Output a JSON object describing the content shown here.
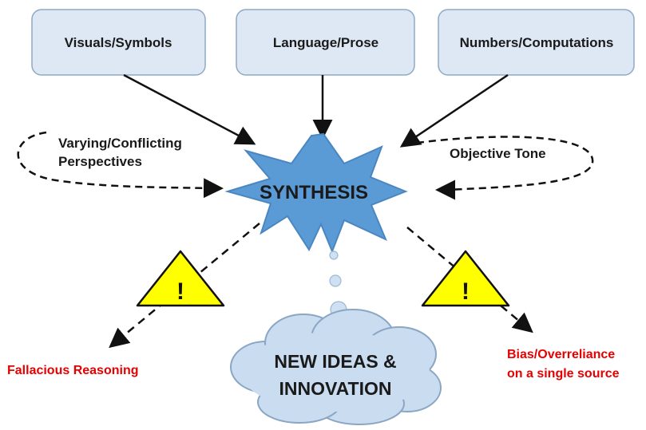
{
  "inputs": [
    {
      "label": "Visuals/Symbols"
    },
    {
      "label": "Language/Prose"
    },
    {
      "label": "Numbers/Computations"
    }
  ],
  "left_loop": {
    "line1": "Varying/Conflicting",
    "line2": "Perspectives"
  },
  "right_loop": {
    "label": "Objective Tone"
  },
  "center": {
    "label": "SYNTHESIS"
  },
  "outcome": {
    "line1": "NEW IDEAS &",
    "line2": "INNOVATION"
  },
  "risks": {
    "left": {
      "line1": "Fallacious Reasoning"
    },
    "right": {
      "line1": "Bias/Overreliance",
      "line2": "on a single source"
    },
    "warning_symbol": "!"
  },
  "colors": {
    "box_fill": "#dde8f4",
    "box_stroke": "#8fa9c6",
    "starburst_fill": "#5b9bd5",
    "starburst_stroke": "#4a86c2",
    "cloud_fill": "#c9dcf0",
    "cloud_stroke": "#8aa6c4",
    "bubble_fill": "#cfe0f3",
    "warning_fill": "#ffff00",
    "risk_text": "#e60000",
    "arrow": "#111111"
  },
  "icons": {
    "center": "starburst-icon",
    "outcome": "cloud-icon",
    "warning": "warning-triangle-icon"
  }
}
